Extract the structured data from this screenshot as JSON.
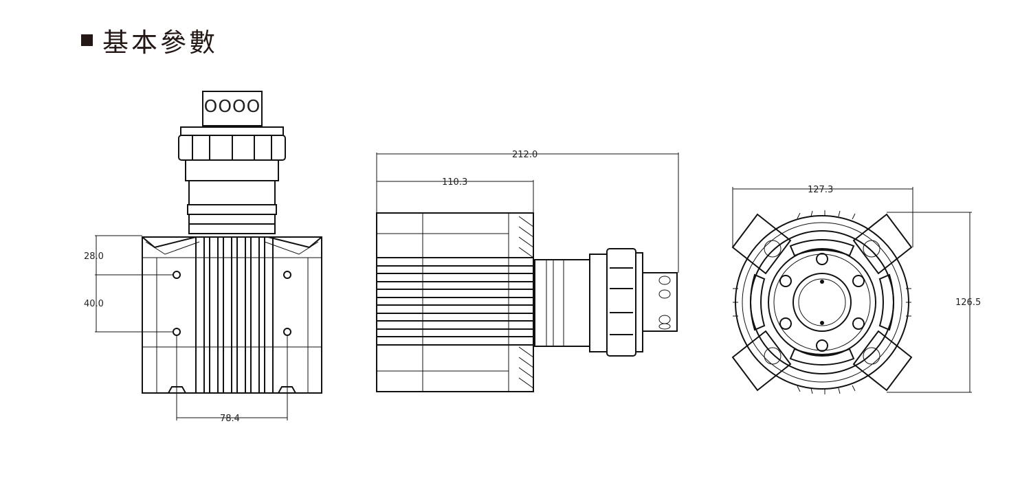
{
  "title": "基本參數",
  "dimensions": {
    "front_width": "78.4",
    "front_height_upper": "28.0",
    "front_height_lower": "40.0",
    "side_total_length": "212.0",
    "side_body_length": "110.3",
    "end_width": "127.3",
    "end_height": "126.5"
  },
  "connector_label": "OOOO",
  "colors": {
    "ink": "#111111",
    "title": "#231815"
  }
}
